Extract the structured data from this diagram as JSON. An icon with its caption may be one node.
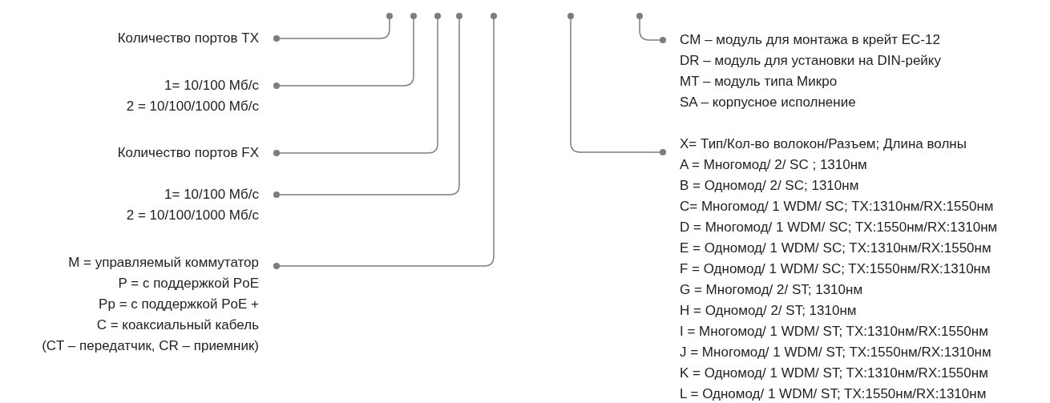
{
  "diagram": {
    "nodes": [
      {
        "text": [],
        "shape": "circle"
      },
      {
        "text": [],
        "shape": "circle"
      },
      {
        "text": [],
        "shape": "circle"
      },
      {
        "text": [],
        "shape": "circle"
      },
      {
        "text": [],
        "shape": "circle"
      },
      {
        "text": [],
        "shape": "circle"
      },
      {
        "text": [],
        "shape": "circle"
      },
      {
        "text": [
          "Количество портов TX"
        ]
      },
      {
        "text": [
          "1= 10/100 Мб/с",
          "2 = 10/100/1000 Мб/с"
        ]
      },
      {
        "text": [
          "Количество портов FX"
        ]
      },
      {
        "text": [
          "1= 10/100 Мб/с",
          "2 = 10/100/1000 Мб/с"
        ]
      },
      {
        "text": [
          "M = управляемый коммутатор",
          "P = с поддержкой PoE",
          "Pp = с поддержкой PoE +",
          "C = коаксиальный кабель",
          "(CT – передатчик, CR – приемник)"
        ]
      },
      {
        "text": [
          "CM – модуль для монтажа в крейт EC-12",
          "DR – модуль для установки на DIN-рейку",
          "MT – модуль типа Микро",
          "SA – корпусное исполнение"
        ]
      },
      {
        "text": [
          "X= Тип/Кол-во волокон/Разъем; Длина волны",
          "A = Многомод/ 2/ SC ; 1310нм",
          "B = Одномод/ 2/ SC;  1310нм",
          "C= Многомод/ 1 WDM/ SC;  TX:1310нм/RX:1550нм",
          "D = Многомод/ 1 WDM/ SC; TX:1550нм/RX:1310нм",
          "E = Одномод/ 1 WDM/ SC; TX:1310нм/RX:1550нм",
          "F = Одномод/ 1 WDM/ SC; TX:1550нм/RX:1310нм",
          "G = Многомод/ 2/ ST; 1310нм",
          "H = Одномод/ 2/ ST; 1310нм",
          "I = Многомод/ 1 WDM/ ST;  TX:1310нм/RX:1550нм",
          "J = Многомод/ 1 WDM/ ST; TX:1550нм/RX:1310нм",
          "K = Одномод/ 1 WDM/ ST; TX:1310нм/RX:1550нм",
          "L = Одномод/ 1 WDM/ ST; TX:1550нм/RX:1310нм"
        ]
      }
    ],
    "edges": [
      {
        "from": 7,
        "to": 0,
        "arrow": "other"
      },
      {
        "from": 8,
        "to": 1,
        "arrow": "other"
      },
      {
        "from": 9,
        "to": 2,
        "arrow": "other"
      },
      {
        "from": 10,
        "to": 3,
        "arrow": "other"
      },
      {
        "from": 11,
        "to": 4,
        "arrow": "other"
      },
      {
        "from": 13,
        "to": 5,
        "arrow": "other"
      },
      {
        "from": 12,
        "to": 6,
        "arrow": "other"
      }
    ]
  }
}
